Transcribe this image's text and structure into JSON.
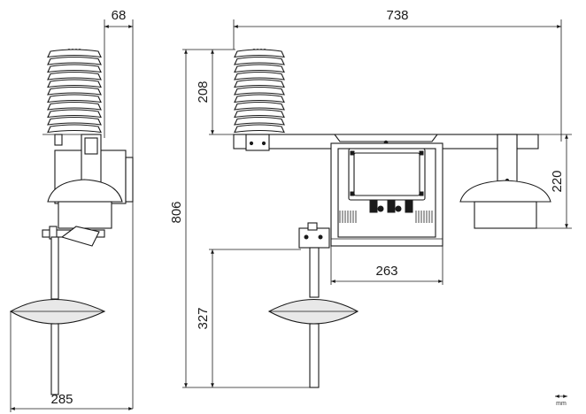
{
  "dimensions": {
    "top_side": "68",
    "overall_width": "738",
    "shield_height": "208",
    "overall_height": "806",
    "right_sensor_height": "220",
    "enclosure_width": "263",
    "lower_height": "327",
    "side_width": "285"
  },
  "unit_label": "mm",
  "icons": {
    "radiation_shield": "louvered-shield",
    "enclosure": "logger-enclosure",
    "rain_sensor": "cup-sensor",
    "solar_panel": "disc-panel",
    "mast": "pole"
  },
  "colors": {
    "line": "#1a1a1a",
    "fill_light": "#e8e8e8",
    "background": "#ffffff"
  }
}
